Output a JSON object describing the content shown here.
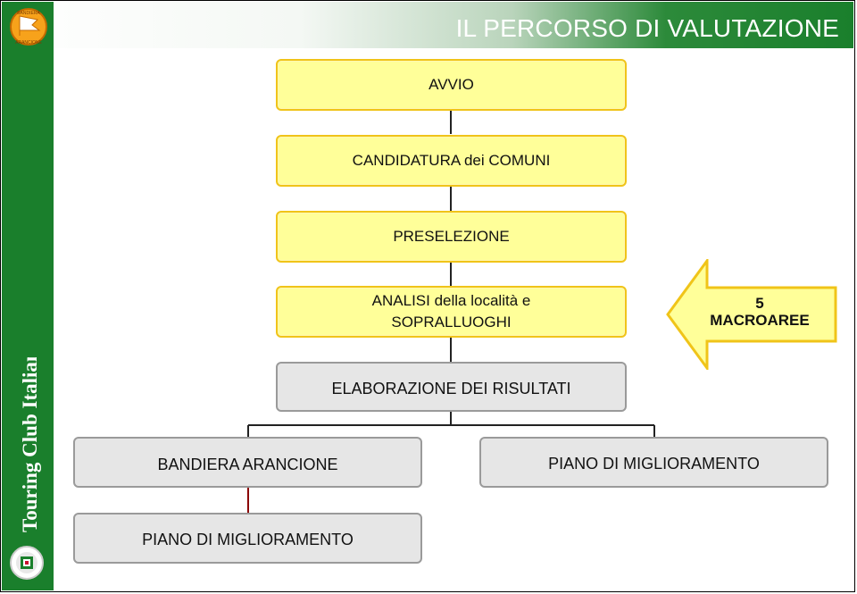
{
  "header": {
    "title": "IL PERCORSO DI VALUTAZIONE"
  },
  "branding": {
    "top_logo_icon": "bandiera-arancione-logo",
    "top_logo_text_1": "BANDIERA",
    "top_logo_text_2": "ARANCIONE",
    "side_text": "Touring Club Italiano",
    "bottom_logo_icon": "touring-club-logo"
  },
  "flow": {
    "steps": [
      "AVVIO",
      "CANDIDATURA dei COMUNI",
      "PRESELEZIONE"
    ],
    "analysis_line_1": "ANALISI della località e",
    "analysis_line_2": "SOPRALLUOGHI",
    "elaboration": "ELABORAZIONE DEI RISULTATI",
    "outcome_left": "BANDIERA ARANCIONE",
    "outcome_right": "PIANO DI MIGLIORAMENTO",
    "outcome_bottom": "PIANO DI MIGLIORAMENTO"
  },
  "callout": {
    "line_1": "5",
    "line_2": "MACROAREE"
  },
  "colors": {
    "accent_green": "#1a7f2c",
    "step_fill": "#ffff99",
    "step_border": "#f0c419",
    "result_fill": "#e6e6e6",
    "result_border": "#9a9a9a"
  }
}
